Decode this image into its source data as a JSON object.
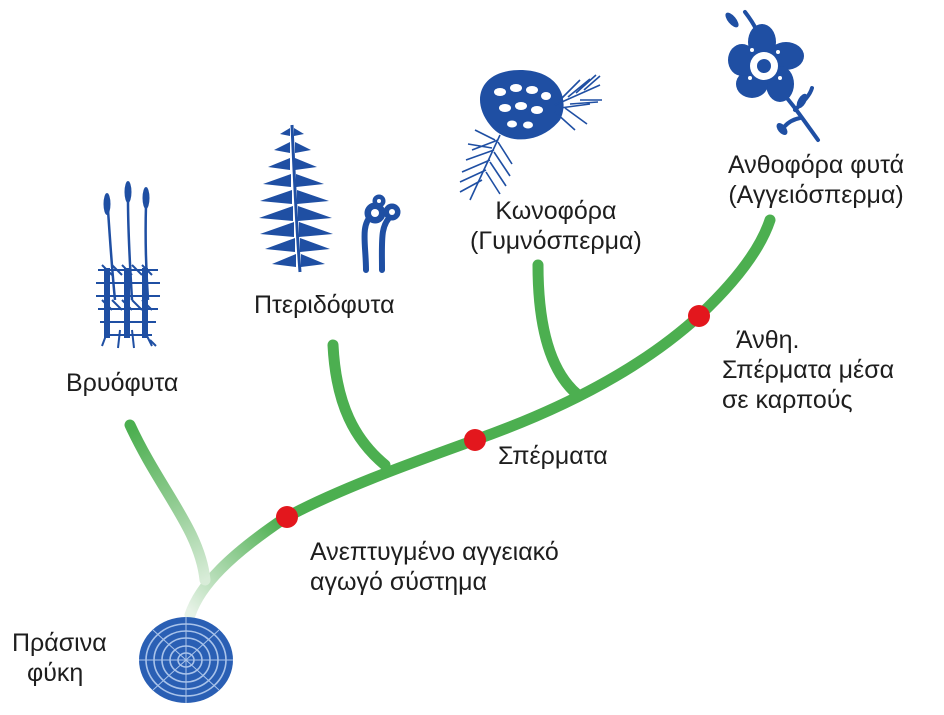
{
  "colors": {
    "branch": "#4caf50",
    "branch_faded": "#cfe8cf",
    "event_dot": "#e3171d",
    "plant_blue": "#1f4fa3",
    "text": "#1e1e1e"
  },
  "groups": {
    "green_algae": [
      "Πράσινα",
      "φύκη"
    ],
    "bryophytes": "Βρυόφυτα",
    "pteridophytes": "Πτεριδόφυτα",
    "gymnosperms": [
      "Κωνοφόρα",
      "(Γυμνόσπερμα)"
    ],
    "angiosperms": [
      "Ανθοφόρα φυτά",
      "(Αγγειόσπερμα)"
    ]
  },
  "innovations": {
    "vascular": [
      "Ανεπτυγμένο αγγειακό",
      "αγωγό σύστημα"
    ],
    "seeds": "Σπέρματα",
    "flowers": [
      "Άνθη.",
      "Σπέρματα μέσα",
      "σε καρπούς"
    ]
  },
  "icons": {
    "algae": "algae-cross-section-icon",
    "moss": "moss-icon",
    "fern": "fern-icon",
    "conifer": "pine-cone-icon",
    "flower": "flower-icon"
  }
}
